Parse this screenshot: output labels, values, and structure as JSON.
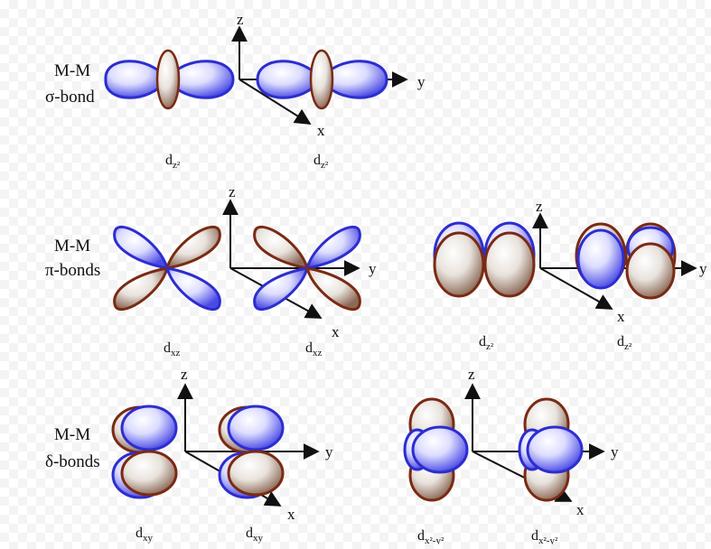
{
  "rows": [
    {
      "id": "sigma",
      "label_line1": "M-M",
      "label_line2": "σ-bond",
      "orbital_labels": [
        {
          "main": "d",
          "sub": "z²"
        },
        {
          "main": "d",
          "sub": "z²"
        }
      ]
    },
    {
      "id": "pi",
      "label_line1": "M-M",
      "label_line2": "π-bonds",
      "orbital_labels": [
        {
          "main": "d",
          "sub": "xz"
        },
        {
          "main": "d",
          "sub": "xz"
        },
        {
          "main": "d",
          "sub": "z²"
        },
        {
          "main": "d",
          "sub": "z²"
        }
      ]
    },
    {
      "id": "delta",
      "label_line1": "M-M",
      "label_line2": "δ-bonds",
      "orbital_labels": [
        {
          "main": "d",
          "sub": "xy"
        },
        {
          "main": "d",
          "sub": "xy"
        },
        {
          "main": "d",
          "sub": "x²-y²"
        },
        {
          "main": "d",
          "sub": "x²-y²"
        }
      ]
    }
  ],
  "axes": {
    "x": "x",
    "y": "y",
    "z": "z"
  },
  "colors": {
    "blue_lobe": "#3a3ae0",
    "blue_lobe_light": "#ececff",
    "brown_lobe": "#7a2a14",
    "brown_lobe_light": "#f6f2ee"
  }
}
